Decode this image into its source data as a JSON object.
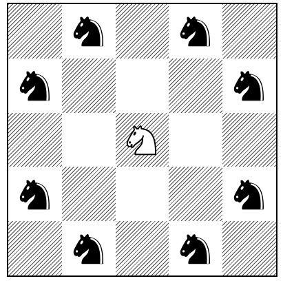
{
  "board": {
    "rows": 5,
    "cols": 5,
    "pattern": [
      [
        "dark",
        "light",
        "dark",
        "light",
        "dark"
      ],
      [
        "light",
        "dark",
        "light",
        "dark",
        "light"
      ],
      [
        "dark",
        "light",
        "dark",
        "light",
        "dark"
      ],
      [
        "light",
        "dark",
        "light",
        "dark",
        "light"
      ],
      [
        "dark",
        "light",
        "dark",
        "light",
        "dark"
      ]
    ],
    "pieces": [
      [
        "",
        "black-knight",
        "",
        "black-knight",
        ""
      ],
      [
        "black-knight",
        "",
        "",
        "",
        "black-knight"
      ],
      [
        "",
        "",
        "white-knight",
        "",
        ""
      ],
      [
        "black-knight",
        "",
        "",
        "",
        "black-knight"
      ],
      [
        "",
        "black-knight",
        "",
        "black-knight",
        ""
      ]
    ],
    "colors": {
      "hatch": "#4a4a4a",
      "border": "#000000",
      "black_piece": "#000000",
      "white_piece": "#ffffff"
    }
  }
}
